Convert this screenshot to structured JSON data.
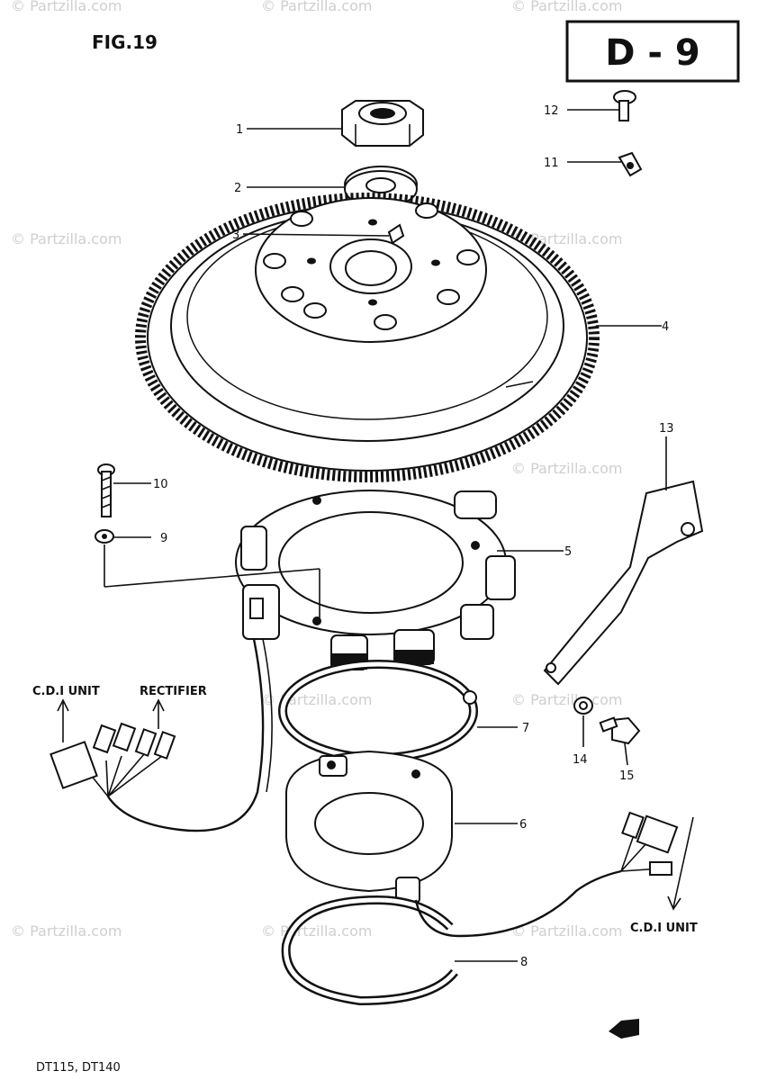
{
  "figure": {
    "title": "FIG.19",
    "section": "D - 9",
    "models": "DT115, DT140"
  },
  "callouts": [
    {
      "id": "1",
      "label": "1"
    },
    {
      "id": "2",
      "label": "2"
    },
    {
      "id": "3",
      "label": "3"
    },
    {
      "id": "4",
      "label": "4"
    },
    {
      "id": "5",
      "label": "5"
    },
    {
      "id": "6",
      "label": "6"
    },
    {
      "id": "7",
      "label": "7"
    },
    {
      "id": "8",
      "label": "8"
    },
    {
      "id": "9",
      "label": "9"
    },
    {
      "id": "10",
      "label": "10"
    },
    {
      "id": "11",
      "label": "11"
    },
    {
      "id": "12",
      "label": "12"
    },
    {
      "id": "13",
      "label": "13"
    },
    {
      "id": "14",
      "label": "14"
    },
    {
      "id": "15",
      "label": "15"
    }
  ],
  "connectors": {
    "cdi_left": "C.D.I UNIT",
    "rectifier": "RECTIFIER",
    "cdi_right": "C.D.I UNIT"
  },
  "watermark": "© Partzilla.com"
}
